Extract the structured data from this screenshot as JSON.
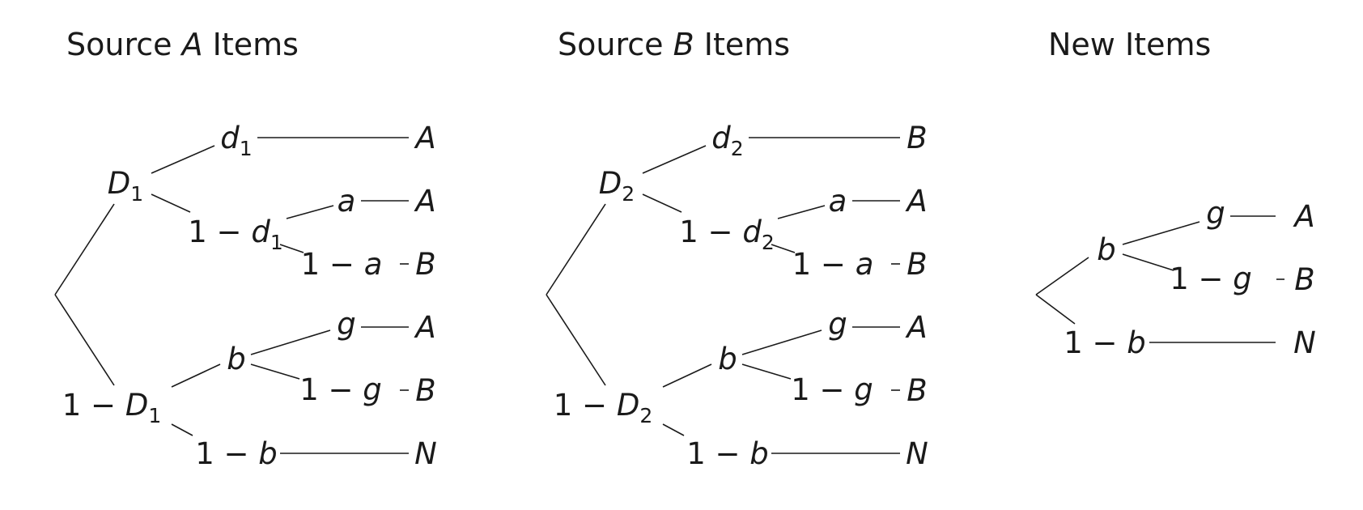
{
  "panels": [
    {
      "title": [
        {
          "t": "Source ",
          "i": false
        },
        {
          "t": "A",
          "i": true
        },
        {
          "t": " Items",
          "i": false
        }
      ],
      "nodes": [
        {
          "id": "D",
          "parts": [
            {
              "t": "D",
              "i": true
            },
            {
              "t": "1",
              "sub": true
            }
          ]
        },
        {
          "id": "notD",
          "parts": [
            {
              "t": "1 − ",
              "i": false
            },
            {
              "t": "D",
              "i": true
            },
            {
              "t": "1",
              "sub": true
            }
          ]
        },
        {
          "id": "d",
          "parts": [
            {
              "t": "d",
              "i": true
            },
            {
              "t": "1",
              "sub": true
            }
          ]
        },
        {
          "id": "notd",
          "parts": [
            {
              "t": "1 − ",
              "i": false
            },
            {
              "t": "d",
              "i": true
            },
            {
              "t": "1",
              "sub": true
            }
          ]
        },
        {
          "id": "a",
          "parts": [
            {
              "t": "a",
              "i": true
            }
          ]
        },
        {
          "id": "nota",
          "parts": [
            {
              "t": "1 − ",
              "i": false
            },
            {
              "t": "a",
              "i": true
            }
          ]
        },
        {
          "id": "b",
          "parts": [
            {
              "t": "b",
              "i": true
            }
          ]
        },
        {
          "id": "notb",
          "parts": [
            {
              "t": "1 − ",
              "i": false
            },
            {
              "t": "b",
              "i": true
            }
          ]
        },
        {
          "id": "g",
          "parts": [
            {
              "t": "g",
              "i": true
            }
          ]
        },
        {
          "id": "notg",
          "parts": [
            {
              "t": "1 − ",
              "i": false
            },
            {
              "t": "g",
              "i": true
            }
          ]
        },
        {
          "id": "L1",
          "parts": [
            {
              "t": "A",
              "i": true
            }
          ]
        },
        {
          "id": "L2",
          "parts": [
            {
              "t": "A",
              "i": true
            }
          ]
        },
        {
          "id": "L3",
          "parts": [
            {
              "t": "B",
              "i": true
            }
          ]
        },
        {
          "id": "L4",
          "parts": [
            {
              "t": "A",
              "i": true
            }
          ]
        },
        {
          "id": "L5",
          "parts": [
            {
              "t": "B",
              "i": true
            }
          ]
        },
        {
          "id": "L6",
          "parts": [
            {
              "t": "N",
              "i": true
            }
          ]
        }
      ]
    },
    {
      "title": [
        {
          "t": "Source ",
          "i": false
        },
        {
          "t": "B",
          "i": true
        },
        {
          "t": " Items",
          "i": false
        }
      ],
      "nodes": [
        {
          "id": "D",
          "parts": [
            {
              "t": "D",
              "i": true
            },
            {
              "t": "2",
              "sub": true
            }
          ]
        },
        {
          "id": "notD",
          "parts": [
            {
              "t": "1 − ",
              "i": false
            },
            {
              "t": "D",
              "i": true
            },
            {
              "t": "2",
              "sub": true
            }
          ]
        },
        {
          "id": "d",
          "parts": [
            {
              "t": "d",
              "i": true
            },
            {
              "t": "2",
              "sub": true
            }
          ]
        },
        {
          "id": "notd",
          "parts": [
            {
              "t": "1 − ",
              "i": false
            },
            {
              "t": "d",
              "i": true
            },
            {
              "t": "2",
              "sub": true
            }
          ]
        },
        {
          "id": "a",
          "parts": [
            {
              "t": "a",
              "i": true
            }
          ]
        },
        {
          "id": "nota",
          "parts": [
            {
              "t": "1 − ",
              "i": false
            },
            {
              "t": "a",
              "i": true
            }
          ]
        },
        {
          "id": "b",
          "parts": [
            {
              "t": "b",
              "i": true
            }
          ]
        },
        {
          "id": "notb",
          "parts": [
            {
              "t": "1 − ",
              "i": false
            },
            {
              "t": "b",
              "i": true
            }
          ]
        },
        {
          "id": "g",
          "parts": [
            {
              "t": "g",
              "i": true
            }
          ]
        },
        {
          "id": "notg",
          "parts": [
            {
              "t": "1 − ",
              "i": false
            },
            {
              "t": "g",
              "i": true
            }
          ]
        },
        {
          "id": "L1",
          "parts": [
            {
              "t": "B",
              "i": true
            }
          ]
        },
        {
          "id": "L2",
          "parts": [
            {
              "t": "A",
              "i": true
            }
          ]
        },
        {
          "id": "L3",
          "parts": [
            {
              "t": "B",
              "i": true
            }
          ]
        },
        {
          "id": "L4",
          "parts": [
            {
              "t": "A",
              "i": true
            }
          ]
        },
        {
          "id": "L5",
          "parts": [
            {
              "t": "B",
              "i": true
            }
          ]
        },
        {
          "id": "L6",
          "parts": [
            {
              "t": "N",
              "i": true
            }
          ]
        }
      ]
    },
    {
      "title": [
        {
          "t": "New Items",
          "i": false
        }
      ],
      "nodes": [
        {
          "id": "b",
          "parts": [
            {
              "t": "b",
              "i": true
            }
          ]
        },
        {
          "id": "notb",
          "parts": [
            {
              "t": "1 − ",
              "i": false
            },
            {
              "t": "b",
              "i": true
            }
          ]
        },
        {
          "id": "g",
          "parts": [
            {
              "t": "g",
              "i": true
            }
          ]
        },
        {
          "id": "notg",
          "parts": [
            {
              "t": "1 − ",
              "i": false
            },
            {
              "t": "g",
              "i": true
            }
          ]
        },
        {
          "id": "L1",
          "parts": [
            {
              "t": "A",
              "i": true
            }
          ]
        },
        {
          "id": "L2",
          "parts": [
            {
              "t": "B",
              "i": true
            }
          ]
        },
        {
          "id": "L3",
          "parts": [
            {
              "t": "N",
              "i": true
            }
          ]
        }
      ]
    }
  ]
}
